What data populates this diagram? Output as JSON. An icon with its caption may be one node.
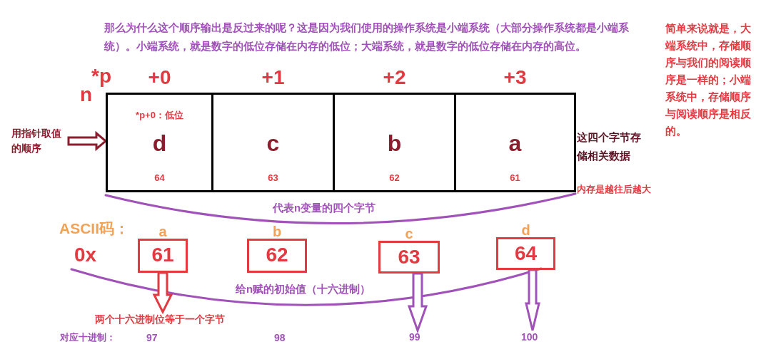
{
  "diagram": {
    "nodes": [
      {
        "text": [
          "*p+0：低位",
          "d",
          "64"
        ],
        "beside": [
          "+0"
        ]
      },
      {
        "text": [
          "c",
          "63"
        ],
        "beside": [
          "+1"
        ]
      },
      {
        "text": [
          "b",
          "62"
        ],
        "beside": [
          "+2"
        ]
      },
      {
        "text": [
          "a",
          "61"
        ],
        "beside": [
          "+3"
        ]
      },
      {
        "text": [
          "用指针取值的顺序"
        ]
      },
      {
        "text": [
          "61"
        ],
        "beside": [
          "a"
        ]
      },
      {
        "text": [
          "62"
        ],
        "beside": [
          "b"
        ]
      },
      {
        "text": [
          "63"
        ],
        "beside": [
          "c"
        ]
      },
      {
        "text": [
          "64"
        ],
        "beside": [
          "d"
        ]
      },
      {
        "text": [
          "两个十六进制位等于一个字节"
        ]
      },
      {
        "text": [
          "99"
        ]
      },
      {
        "text": [
          "100"
        ]
      }
    ],
    "edges": [
      {
        "from": 4,
        "to": 0,
        "arrow": "to",
        "color": "#8c1c2e"
      },
      {
        "from": 5,
        "to": 9,
        "arrow": "to",
        "color": "#e23a41"
      },
      {
        "from": 7,
        "to": 10,
        "arrow": "to"
      },
      {
        "from": 8,
        "to": 11,
        "arrow": "to"
      }
    ],
    "labels": [
      "那么为什么这个顺序输出是反过来的呢？这是因为我们使用的操作系统是小端系统（大部分操作系统都是小端系统）。小端系统，就是数字的低位存储在内存的低位；大端系统，就是数字的低位存储在内存的高位。",
      "简单来说就是，大端系统中，存储顺序与我们的阅读顺序是一样的；小端系统中，存储顺序与阅读顺序是相反的。",
      "*p",
      "n",
      "这四个字节存储相关数据",
      "内存是越往后越大",
      "代表n变量的四个字节",
      "ASCII码：",
      "0x",
      "给n赋的初始值（十六进制）",
      "对应十进制：",
      "97",
      "98"
    ]
  }
}
